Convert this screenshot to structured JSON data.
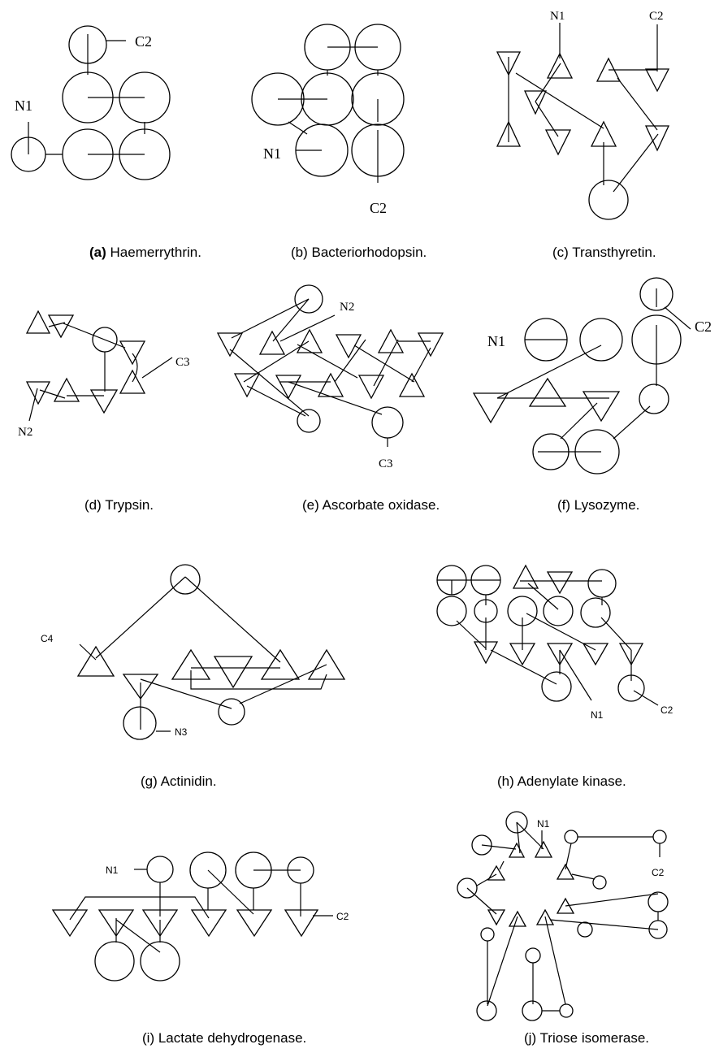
{
  "panels": [
    {
      "id": "a",
      "caption_letter": "(a)",
      "caption_name": "Haemerrythrin.",
      "labels": [
        "N1",
        "C2"
      ]
    },
    {
      "id": "b",
      "caption_letter": "(b)",
      "caption_name": "Bacteriorhodopsin.",
      "labels": [
        "N1",
        "C2"
      ]
    },
    {
      "id": "c",
      "caption_letter": "(c)",
      "caption_name": "Transthyretin.",
      "labels": [
        "N1",
        "C2"
      ]
    },
    {
      "id": "d",
      "caption_letter": "(d)",
      "caption_name": "Trypsin.",
      "labels": [
        "C3",
        "N2"
      ]
    },
    {
      "id": "e",
      "caption_letter": "(e)",
      "caption_name": "Ascorbate oxidase.",
      "labels": [
        "N2",
        "C3"
      ]
    },
    {
      "id": "f",
      "caption_letter": "(f)",
      "caption_name": "Lysozyme.",
      "labels": [
        "N1",
        "C2"
      ]
    },
    {
      "id": "g",
      "caption_letter": "(g)",
      "caption_name": "Actinidin.",
      "labels": [
        "C4",
        "N3"
      ]
    },
    {
      "id": "h",
      "caption_letter": "(h)",
      "caption_name": "Adenylate kinase.",
      "labels": [
        "N1",
        "C2"
      ]
    },
    {
      "id": "i",
      "caption_letter": "(i)",
      "caption_name": "Lactate dehydrogenase.",
      "labels": [
        "N1",
        "C2"
      ]
    },
    {
      "id": "j",
      "caption_letter": "(j)",
      "caption_name": "Triose isomerase.",
      "labels": [
        "N1",
        "C2"
      ]
    }
  ]
}
